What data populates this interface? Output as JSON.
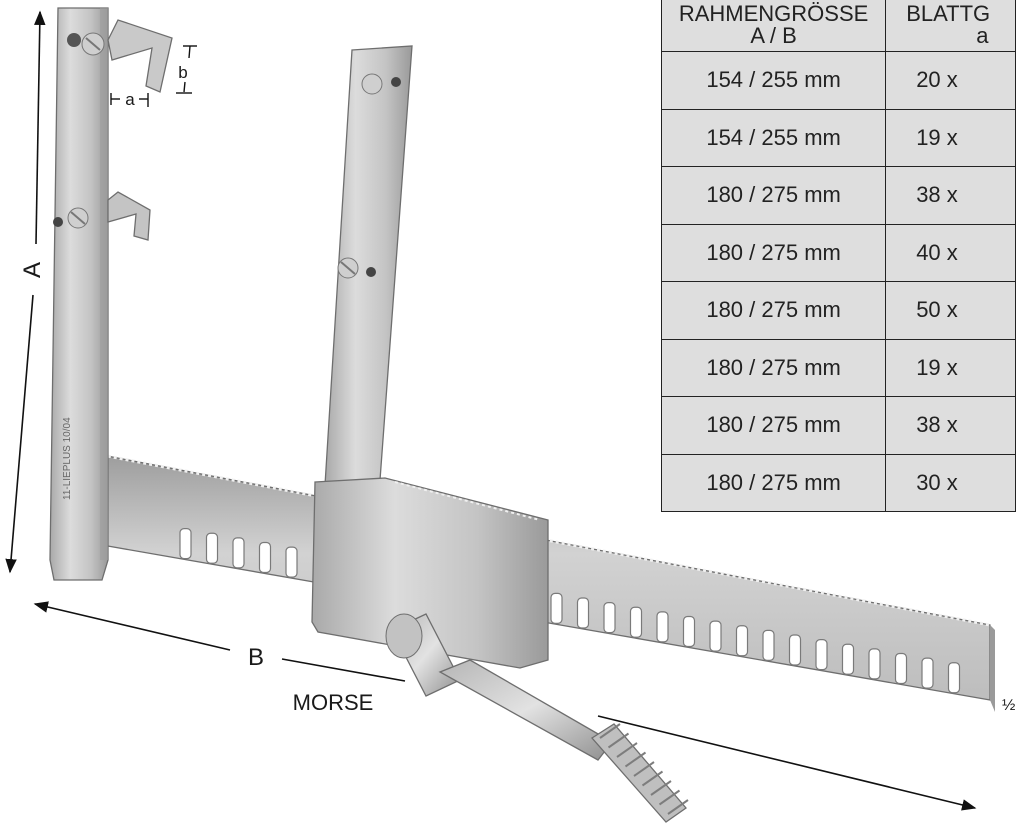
{
  "labels": {
    "dim_a": "A",
    "dim_b": "B",
    "small_a": "a",
    "small_b": "b",
    "product_name": "MORSE",
    "scale": "½",
    "engraving": "11-LIEPLUS 10/04"
  },
  "table": {
    "headers": [
      {
        "line1": "RAHMENGRÖSSE",
        "line2": "A / B"
      },
      {
        "line1": "BLATTG",
        "line2": "a"
      }
    ],
    "rows": [
      [
        "154 / 255 mm",
        "20 x"
      ],
      [
        "154 / 255 mm",
        "19 x"
      ],
      [
        "180 / 275 mm",
        "38 x"
      ],
      [
        "180 / 275 mm",
        "40 x"
      ],
      [
        "180 / 275 mm",
        "50 x"
      ],
      [
        "180 / 275 mm",
        "19 x"
      ],
      [
        "180 / 275 mm",
        "38 x"
      ],
      [
        "180 / 275 mm",
        "30 x"
      ]
    ]
  },
  "colors": {
    "metal_light": "#d6d6d6",
    "metal_mid": "#bdbdbd",
    "metal_dark": "#8e8e8e",
    "table_fill": "#dedede"
  }
}
